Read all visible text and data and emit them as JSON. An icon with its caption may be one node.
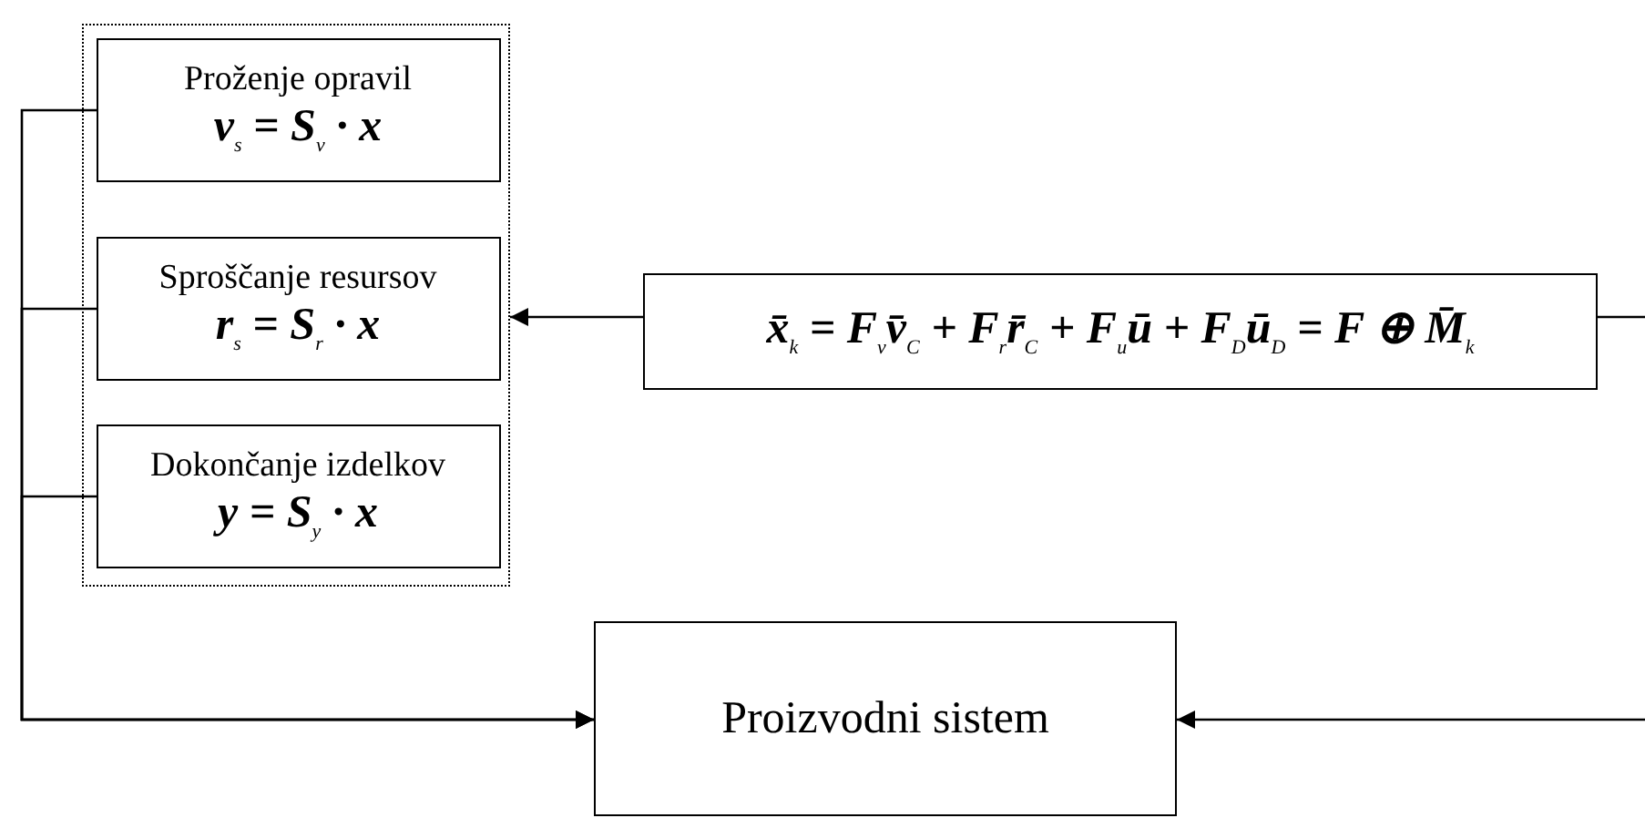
{
  "diagram": {
    "nodes": [
      {
        "text": [],
        "shape": "box"
      },
      {
        "text": [
          "Proženje opravil",
          "v$_{s}$ = S$_{v}$ · x"
        ],
        "in": 0
      },
      {
        "text": [
          "Sproščanje resursov",
          "r$_{s}$ = S$_{r}$ · x"
        ],
        "in": 0
      },
      {
        "text": [
          "Dokončanje izdelkov",
          "y = S$_{y}$ · x"
        ],
        "in": 0
      },
      {
        "text": [
          "x̄$_{k}$ = F$_{v}$v̄$_{C}$ + F$_{r}$r̄$_{C}$ + F$_{u}$ū + F$_{D}$ū$_{D}$ = F ⊕ M̄$_{k}$"
        ]
      },
      {
        "text": [
          "Proizvodni sistem"
        ]
      }
    ],
    "edges": [
      {
        "from": 4,
        "to": 0,
        "arrow": "to"
      },
      {
        "from": 1,
        "to": 5,
        "arrow": "to"
      },
      {
        "from": 2,
        "to": 5,
        "arrow": "to"
      },
      {
        "from": 3,
        "to": 5,
        "arrow": "to"
      },
      {
        "from": 4,
        "to": null,
        "arrow": "none"
      },
      {
        "from": null,
        "to": 5,
        "arrow": "to"
      }
    ]
  }
}
